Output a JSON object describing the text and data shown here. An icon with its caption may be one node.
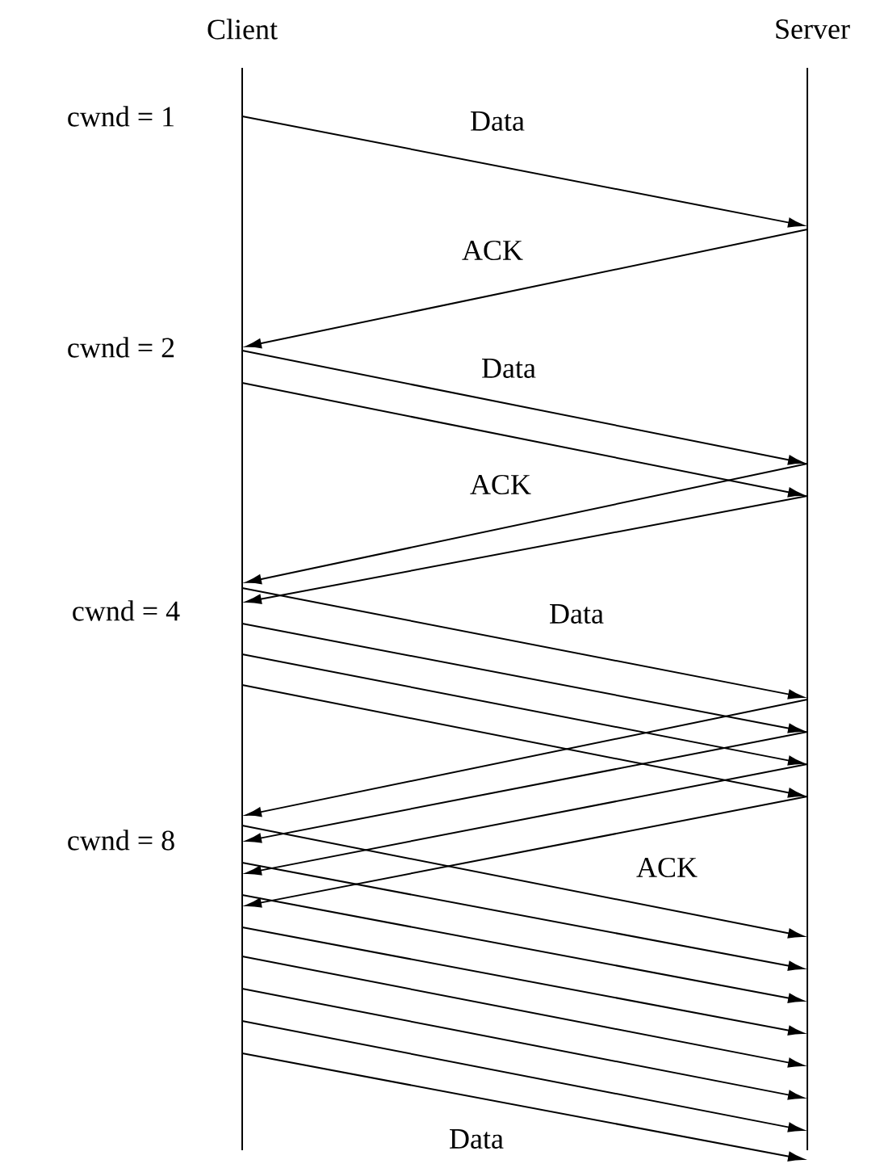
{
  "diagram": {
    "nodes": [
      {
        "text": [],
        "shape": "bar",
        "beside": [
          "Client"
        ]
      },
      {
        "text": [],
        "shape": "bar",
        "beside": [
          "Server"
        ]
      }
    ],
    "edges": [
      {
        "from": 0,
        "to": 1,
        "arrow": "to",
        "label": "Data"
      },
      {
        "from": 1,
        "to": 0,
        "arrow": "to",
        "label": "ACK"
      },
      {
        "from": 0,
        "to": 1,
        "arrow": "to",
        "label": "Data"
      },
      {
        "from": 0,
        "to": 1,
        "arrow": "to"
      },
      {
        "from": 1,
        "to": 0,
        "arrow": "to",
        "label": "ACK"
      },
      {
        "from": 1,
        "to": 0,
        "arrow": "to"
      },
      {
        "from": 0,
        "to": 1,
        "arrow": "to",
        "label": "Data"
      },
      {
        "from": 0,
        "to": 1,
        "arrow": "to"
      },
      {
        "from": 0,
        "to": 1,
        "arrow": "to"
      },
      {
        "from": 0,
        "to": 1,
        "arrow": "to"
      },
      {
        "from": 1,
        "to": 0,
        "arrow": "to"
      },
      {
        "from": 1,
        "to": 0,
        "arrow": "to"
      },
      {
        "from": 1,
        "to": 0,
        "arrow": "to"
      },
      {
        "from": 1,
        "to": 0,
        "arrow": "to",
        "label": "ACK"
      },
      {
        "from": 0,
        "to": 1,
        "arrow": "to"
      },
      {
        "from": 0,
        "to": 1,
        "arrow": "to"
      },
      {
        "from": 0,
        "to": 1,
        "arrow": "to"
      },
      {
        "from": 0,
        "to": 1,
        "arrow": "to"
      },
      {
        "from": 0,
        "to": 1,
        "arrow": "to"
      },
      {
        "from": 0,
        "to": 1,
        "arrow": "to"
      },
      {
        "from": 0,
        "to": 1,
        "arrow": "to"
      },
      {
        "from": 0,
        "to": 1,
        "arrow": "to",
        "label": "Data"
      }
    ],
    "labels": [
      "cwnd = 1",
      "cwnd = 2",
      "cwnd = 4",
      "cwnd = 8"
    ]
  }
}
